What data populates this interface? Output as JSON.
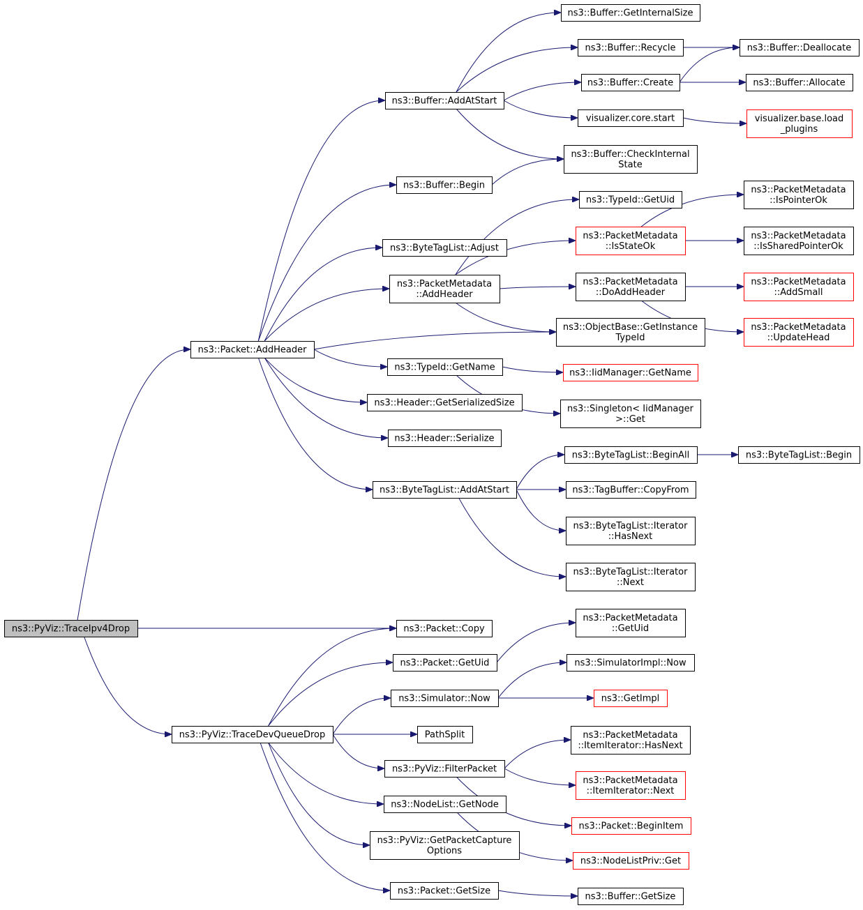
{
  "colors": {
    "edge": "#191970",
    "border_normal": "#000000",
    "border_truncated": "#ff0000",
    "fill_root": "#bfbfbf",
    "fill_default": "#ffffff",
    "text": "#000000"
  },
  "nodes": [
    {
      "id": "traceipv4drop",
      "lines": [
        "ns3::PyViz::TraceIpv4Drop"
      ],
      "style": "root"
    },
    {
      "id": "packet-addheader",
      "lines": [
        "ns3::Packet::AddHeader"
      ],
      "style": "normal"
    },
    {
      "id": "tracedevqueuedrop",
      "lines": [
        "ns3::PyViz::TraceDevQueueDrop"
      ],
      "style": "normal"
    },
    {
      "id": "buffer-addatstart",
      "lines": [
        "ns3::Buffer::AddAtStart"
      ],
      "style": "normal"
    },
    {
      "id": "buffer-begin",
      "lines": [
        "ns3::Buffer::Begin"
      ],
      "style": "normal"
    },
    {
      "id": "bytetaglist-adjust",
      "lines": [
        "ns3::ByteTagList::Adjust"
      ],
      "style": "normal"
    },
    {
      "id": "packetmetadata-addheader",
      "lines": [
        "ns3::PacketMetadata",
        "::AddHeader"
      ],
      "style": "normal"
    },
    {
      "id": "typeid-getname",
      "lines": [
        "ns3::TypeId::GetName"
      ],
      "style": "normal"
    },
    {
      "id": "header-getserializedsize",
      "lines": [
        "ns3::Header::GetSerializedSize"
      ],
      "style": "normal"
    },
    {
      "id": "header-serialize",
      "lines": [
        "ns3::Header::Serialize"
      ],
      "style": "normal"
    },
    {
      "id": "bytetaglist-addatstart",
      "lines": [
        "ns3::ByteTagList::AddAtStart"
      ],
      "style": "normal"
    },
    {
      "id": "buffer-getinternalsize",
      "lines": [
        "ns3::Buffer::GetInternalSize"
      ],
      "style": "normal"
    },
    {
      "id": "buffer-recycle",
      "lines": [
        "ns3::Buffer::Recycle"
      ],
      "style": "normal"
    },
    {
      "id": "buffer-create",
      "lines": [
        "ns3::Buffer::Create"
      ],
      "style": "normal"
    },
    {
      "id": "visualizer-core-start",
      "lines": [
        "visualizer.core.start"
      ],
      "style": "normal"
    },
    {
      "id": "buffer-checkinternalstate",
      "lines": [
        "ns3::Buffer::CheckInternal",
        "State"
      ],
      "style": "normal"
    },
    {
      "id": "typeid-getuid",
      "lines": [
        "ns3::TypeId::GetUid"
      ],
      "style": "normal"
    },
    {
      "id": "packetmetadata-isstateok",
      "lines": [
        "ns3::PacketMetadata",
        "::IsStateOk"
      ],
      "style": "truncated"
    },
    {
      "id": "packetmetadata-doaddheader",
      "lines": [
        "ns3::PacketMetadata",
        "::DoAddHeader"
      ],
      "style": "normal"
    },
    {
      "id": "objectbase-getinstancetypeid",
      "lines": [
        "ns3::ObjectBase::GetInstance",
        "TypeId"
      ],
      "style": "normal"
    },
    {
      "id": "iidmanager-getname",
      "lines": [
        "ns3::IidManager::GetName"
      ],
      "style": "truncated"
    },
    {
      "id": "singleton-iidmanager-get",
      "lines": [
        "ns3::Singleton< IidManager",
        ">::Get"
      ],
      "style": "normal"
    },
    {
      "id": "bytetaglist-beginall",
      "lines": [
        "ns3::ByteTagList::BeginAll"
      ],
      "style": "normal"
    },
    {
      "id": "tagbuffer-copyfrom",
      "lines": [
        "ns3::TagBuffer::CopyFrom"
      ],
      "style": "normal"
    },
    {
      "id": "bytetaglist-iterator-hasnext",
      "lines": [
        "ns3::ByteTagList::Iterator",
        "::HasNext"
      ],
      "style": "normal"
    },
    {
      "id": "bytetaglist-iterator-next",
      "lines": [
        "ns3::ByteTagList::Iterator",
        "::Next"
      ],
      "style": "normal"
    },
    {
      "id": "buffer-deallocate",
      "lines": [
        "ns3::Buffer::Deallocate"
      ],
      "style": "normal"
    },
    {
      "id": "buffer-allocate",
      "lines": [
        "ns3::Buffer::Allocate"
      ],
      "style": "normal"
    },
    {
      "id": "visualizer-base-load-plugins",
      "lines": [
        "visualizer.base.load",
        "_plugins"
      ],
      "style": "truncated"
    },
    {
      "id": "packetmetadata-ispointerok",
      "lines": [
        "ns3::PacketMetadata",
        "::IsPointerOk"
      ],
      "style": "normal"
    },
    {
      "id": "packetmetadata-issharedpointerok",
      "lines": [
        "ns3::PacketMetadata",
        "::IsSharedPointerOk"
      ],
      "style": "normal"
    },
    {
      "id": "packetmetadata-addsmall",
      "lines": [
        "ns3::PacketMetadata",
        "::AddSmall"
      ],
      "style": "truncated"
    },
    {
      "id": "packetmetadata-updatehead",
      "lines": [
        "ns3::PacketMetadata",
        "::UpdateHead"
      ],
      "style": "truncated"
    },
    {
      "id": "bytetaglist-begin",
      "lines": [
        "ns3::ByteTagList::Begin"
      ],
      "style": "normal"
    },
    {
      "id": "packet-copy",
      "lines": [
        "ns3::Packet::Copy"
      ],
      "style": "normal"
    },
    {
      "id": "packet-getuid",
      "lines": [
        "ns3::Packet::GetUid"
      ],
      "style": "normal"
    },
    {
      "id": "simulator-now",
      "lines": [
        "ns3::Simulator::Now"
      ],
      "style": "normal"
    },
    {
      "id": "pathsplit",
      "lines": [
        "PathSplit"
      ],
      "style": "normal"
    },
    {
      "id": "pyviz-filterpacket",
      "lines": [
        "ns3::PyViz::FilterPacket"
      ],
      "style": "normal"
    },
    {
      "id": "nodelist-getnode",
      "lines": [
        "ns3::NodeList::GetNode"
      ],
      "style": "normal"
    },
    {
      "id": "pyviz-getpacketcaptureoptions",
      "lines": [
        "ns3::PyViz::GetPacketCapture",
        "Options"
      ],
      "style": "normal"
    },
    {
      "id": "packet-getsize",
      "lines": [
        "ns3::Packet::GetSize"
      ],
      "style": "normal"
    },
    {
      "id": "packetmetadata-getuid",
      "lines": [
        "ns3::PacketMetadata",
        "::GetUid"
      ],
      "style": "normal"
    },
    {
      "id": "simulatorimpl-now",
      "lines": [
        "ns3::SimulatorImpl::Now"
      ],
      "style": "normal"
    },
    {
      "id": "getimpl",
      "lines": [
        "ns3::GetImpl"
      ],
      "style": "truncated"
    },
    {
      "id": "packetmetadata-itemiterator-hasnext",
      "lines": [
        "ns3::PacketMetadata",
        "::ItemIterator::HasNext"
      ],
      "style": "normal"
    },
    {
      "id": "packetmetadata-itemiterator-next",
      "lines": [
        "ns3::PacketMetadata",
        "::ItemIterator::Next"
      ],
      "style": "truncated"
    },
    {
      "id": "packet-beginitem",
      "lines": [
        "ns3::Packet::BeginItem"
      ],
      "style": "truncated"
    },
    {
      "id": "nodelistpriv-get",
      "lines": [
        "ns3::NodeListPriv::Get"
      ],
      "style": "truncated"
    },
    {
      "id": "buffer-getsize",
      "lines": [
        "ns3::Buffer::GetSize"
      ],
      "style": "normal"
    }
  ],
  "edges": [
    [
      "traceipv4drop",
      "packet-addheader"
    ],
    [
      "traceipv4drop",
      "packet-copy"
    ],
    [
      "traceipv4drop",
      "tracedevqueuedrop"
    ],
    [
      "packet-addheader",
      "buffer-addatstart"
    ],
    [
      "packet-addheader",
      "buffer-begin"
    ],
    [
      "packet-addheader",
      "bytetaglist-adjust"
    ],
    [
      "packet-addheader",
      "packetmetadata-addheader"
    ],
    [
      "packet-addheader",
      "objectbase-getinstancetypeid"
    ],
    [
      "packet-addheader",
      "typeid-getname"
    ],
    [
      "packet-addheader",
      "header-getserializedsize"
    ],
    [
      "packet-addheader",
      "header-serialize"
    ],
    [
      "packet-addheader",
      "bytetaglist-addatstart"
    ],
    [
      "buffer-addatstart",
      "buffer-getinternalsize"
    ],
    [
      "buffer-addatstart",
      "buffer-recycle"
    ],
    [
      "buffer-addatstart",
      "buffer-create"
    ],
    [
      "buffer-addatstart",
      "visualizer-core-start"
    ],
    [
      "buffer-addatstart",
      "buffer-checkinternalstate"
    ],
    [
      "buffer-recycle",
      "buffer-deallocate"
    ],
    [
      "buffer-create",
      "buffer-deallocate"
    ],
    [
      "buffer-create",
      "buffer-allocate"
    ],
    [
      "visualizer-core-start",
      "visualizer-base-load-plugins"
    ],
    [
      "buffer-begin",
      "buffer-checkinternalstate"
    ],
    [
      "packetmetadata-addheader",
      "typeid-getuid"
    ],
    [
      "packetmetadata-addheader",
      "packetmetadata-isstateok"
    ],
    [
      "packetmetadata-addheader",
      "packetmetadata-doaddheader"
    ],
    [
      "packetmetadata-addheader",
      "objectbase-getinstancetypeid"
    ],
    [
      "packetmetadata-isstateok",
      "packetmetadata-ispointerok"
    ],
    [
      "packetmetadata-isstateok",
      "packetmetadata-issharedpointerok"
    ],
    [
      "packetmetadata-doaddheader",
      "packetmetadata-addsmall"
    ],
    [
      "packetmetadata-doaddheader",
      "packetmetadata-updatehead"
    ],
    [
      "typeid-getname",
      "iidmanager-getname"
    ],
    [
      "typeid-getname",
      "singleton-iidmanager-get"
    ],
    [
      "bytetaglist-addatstart",
      "bytetaglist-beginall"
    ],
    [
      "bytetaglist-addatstart",
      "tagbuffer-copyfrom"
    ],
    [
      "bytetaglist-addatstart",
      "bytetaglist-iterator-hasnext"
    ],
    [
      "bytetaglist-addatstart",
      "bytetaglist-iterator-next"
    ],
    [
      "bytetaglist-beginall",
      "bytetaglist-begin"
    ],
    [
      "tracedevqueuedrop",
      "packet-copy"
    ],
    [
      "tracedevqueuedrop",
      "packet-getuid"
    ],
    [
      "tracedevqueuedrop",
      "simulator-now"
    ],
    [
      "tracedevqueuedrop",
      "pathsplit"
    ],
    [
      "tracedevqueuedrop",
      "pyviz-filterpacket"
    ],
    [
      "tracedevqueuedrop",
      "nodelist-getnode"
    ],
    [
      "tracedevqueuedrop",
      "pyviz-getpacketcaptureoptions"
    ],
    [
      "tracedevqueuedrop",
      "packet-getsize"
    ],
    [
      "packet-getuid",
      "packetmetadata-getuid"
    ],
    [
      "simulator-now",
      "simulatorimpl-now"
    ],
    [
      "simulator-now",
      "getimpl"
    ],
    [
      "pyviz-filterpacket",
      "packetmetadata-itemiterator-hasnext"
    ],
    [
      "pyviz-filterpacket",
      "packetmetadata-itemiterator-next"
    ],
    [
      "pyviz-filterpacket",
      "packet-beginitem"
    ],
    [
      "nodelist-getnode",
      "nodelistpriv-get"
    ],
    [
      "packet-getsize",
      "buffer-getsize"
    ]
  ]
}
